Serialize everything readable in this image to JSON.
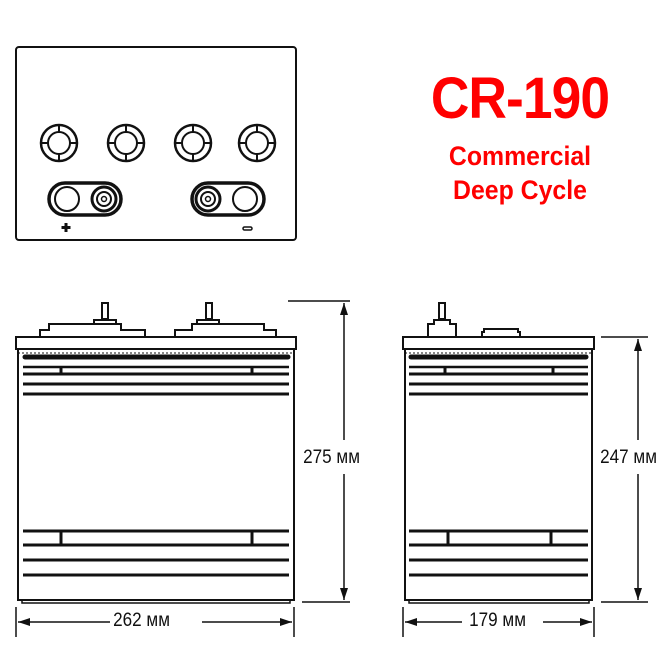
{
  "product": {
    "model": "CR-190",
    "line1": "Commercial",
    "line2": "Deep Cycle",
    "accent_color": "#ff0000"
  },
  "top_view": {
    "vent_caps": 4,
    "terminals": [
      {
        "polarity": "positive",
        "symbol": "+"
      },
      {
        "polarity": "negative",
        "symbol": "−"
      }
    ]
  },
  "front_view": {
    "height_label": "275 мм",
    "width_label": "262 мм"
  },
  "side_view": {
    "height_label": "247 мм",
    "width_label": "179 мм"
  }
}
